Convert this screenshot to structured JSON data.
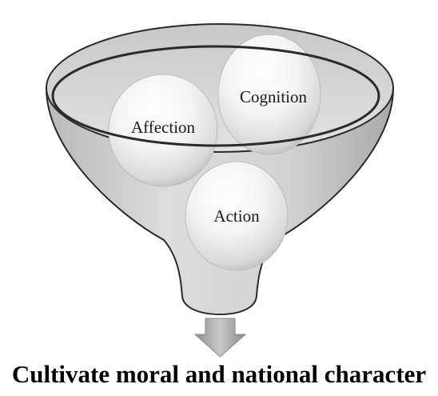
{
  "diagram": {
    "spheres": [
      {
        "id": "affection",
        "label": "Affection"
      },
      {
        "id": "cognition",
        "label": "Cognition"
      },
      {
        "id": "action",
        "label": "Action"
      }
    ],
    "arrow_icon": "down-arrow-icon",
    "caption": "Cultivate moral and national character"
  }
}
